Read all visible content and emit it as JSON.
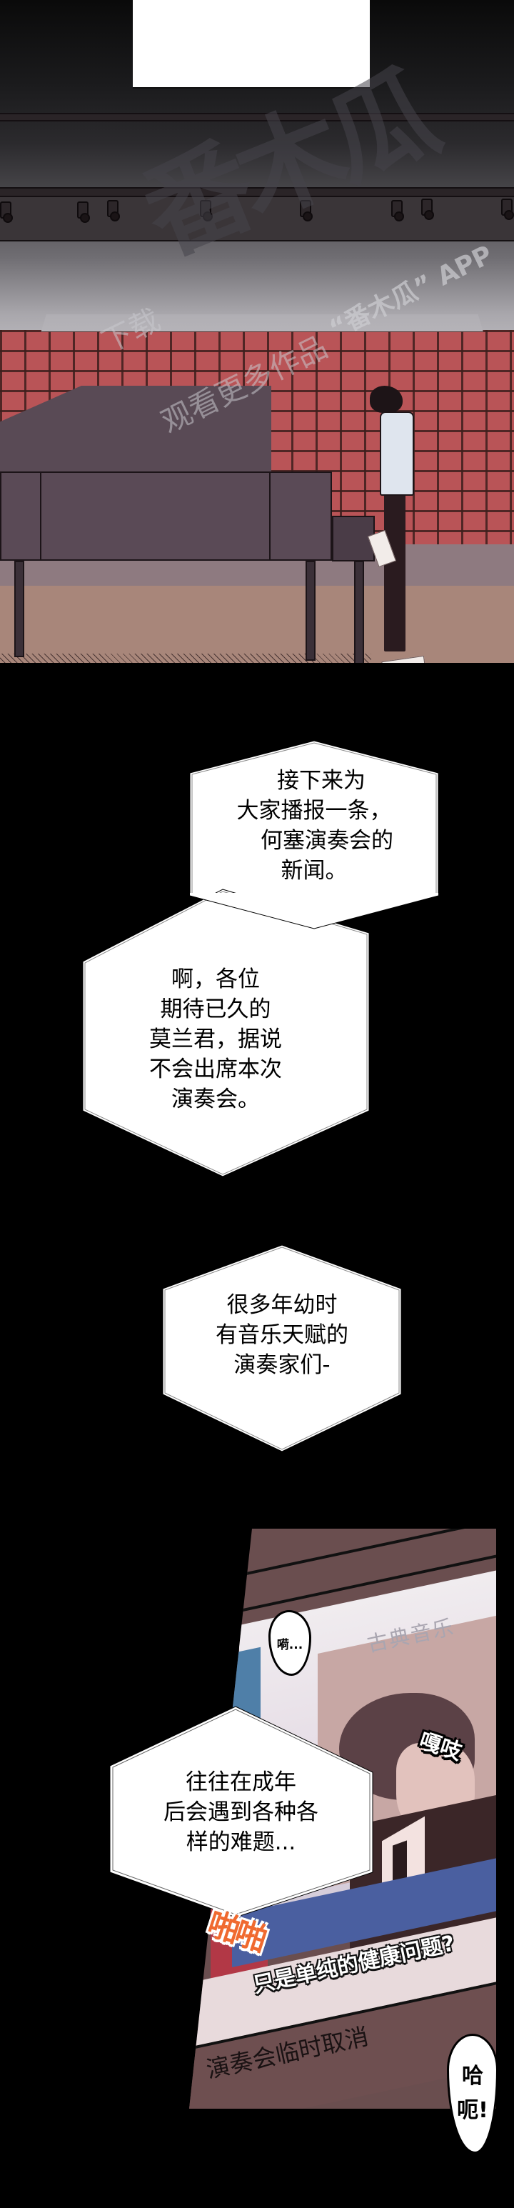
{
  "comic": {
    "type": "webtoon-strip",
    "language": "zh-CN",
    "colors": {
      "gutter": "#000000",
      "seat_red": "#b95457",
      "stage_floor": "#a8867a",
      "piano": "#5a4a56",
      "ticker_blue": "#4a5fa0",
      "sfx_orange": "#f06a30",
      "bubble_fill": "#ffffff"
    }
  },
  "panel_hall": {
    "description": "Empty concert hall with a grand piano; a man in a white shirt stands head-down beside it, sheet music scattered on the floor",
    "watermark": {
      "logo": "番木瓜",
      "app_line": "“番木瓜” APP",
      "line1": "下载",
      "line2": "观看更多作品"
    }
  },
  "narration": [
    {
      "id": "n1",
      "lines": [
        "接下来为",
        "大家播报一条，",
        "何塞演奏会的",
        "新闻。"
      ]
    },
    {
      "id": "n2",
      "lines": [
        "啊，各位",
        "期待已久的",
        "莫兰君，据说",
        "不会出席本次",
        "演奏会。"
      ]
    },
    {
      "id": "n3",
      "lines": [
        "很多年幼时",
        "有音乐天赋的",
        "演奏家们-"
      ]
    },
    {
      "id": "n4",
      "lines": [
        "往往在成年",
        "后会遇到各种各",
        "样的难题..."
      ]
    }
  ],
  "panel_tv": {
    "screen_label": "古典音乐",
    "ticker_headline": "只是单纯的健康问题?",
    "ticker_main": "演奏会临时取消",
    "speech": [
      {
        "id": "s1",
        "text": "嗬..."
      },
      {
        "id": "s2",
        "lines": [
          "哈",
          "呃!"
        ]
      }
    ],
    "sfx": [
      {
        "id": "creak",
        "text": "嘎吱"
      },
      {
        "id": "clatter",
        "text": "啪啪"
      }
    ]
  }
}
